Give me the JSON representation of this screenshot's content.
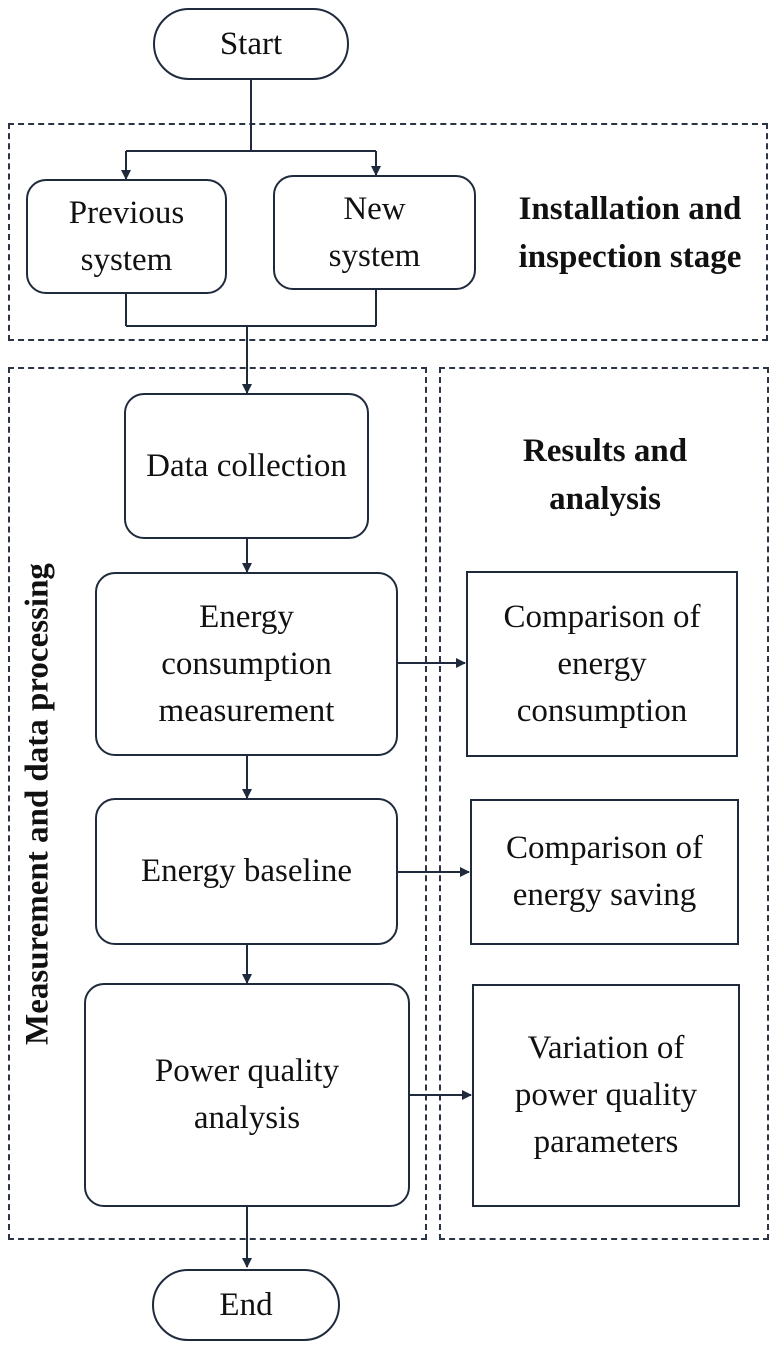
{
  "terminals": {
    "start": "Start",
    "end": "End"
  },
  "stages": {
    "installation": "Installation and\ninspection stage",
    "measurement": "Measurement and data processing",
    "results": "Results and\nanalysis"
  },
  "steps": {
    "previous_system": "Previous\nsystem",
    "new_system": "New\nsystem",
    "data_collection": "Data collection",
    "energy_consumption_measurement": "Energy\nconsumption\nmeasurement",
    "energy_baseline": "Energy baseline",
    "power_quality_analysis": "Power quality\nanalysis"
  },
  "results": {
    "comparison_energy_consumption": "Comparison of\nenergy\nconsumption",
    "comparison_energy_saving": "Comparison of\nenergy saving",
    "variation_power_quality": "Variation of\npower quality\nparameters"
  },
  "colors": {
    "line": "#1f2a3c",
    "dash": "#2b3445",
    "text": "#111111"
  }
}
